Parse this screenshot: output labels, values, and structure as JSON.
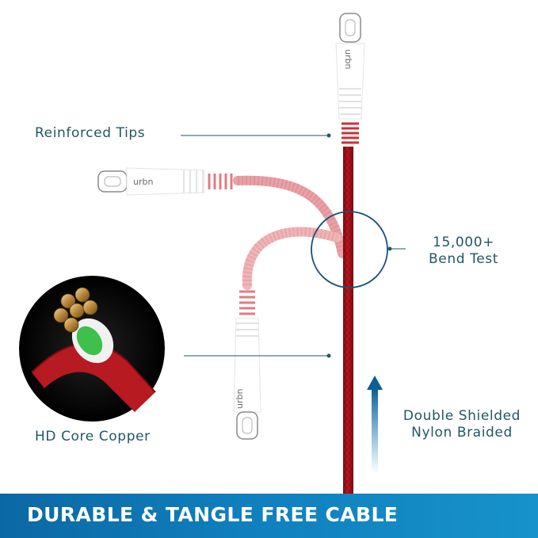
{
  "callouts": {
    "reinforced_tips": "Reinforced Tips",
    "bend_test_line1": "15,000+",
    "bend_test_line2": "Bend Test",
    "hd_core_copper": "HD Core Copper",
    "braided_line1": "Double Shielded",
    "braided_line2": "Nylon Braided"
  },
  "brand": {
    "logo_text": "urbn"
  },
  "banner": {
    "title": "DURABLE & TANGLE FREE CABLE"
  },
  "colors": {
    "label_text": "#1f5766",
    "accent_blue": "#0f7fbd",
    "cable_red": "#b3131b",
    "cable_pink": "#e89aa0",
    "connector_white": "#ffffff"
  },
  "icons": {
    "arrow": "up-arrow-icon",
    "bend_indicator": "circle-ring-icon",
    "copper_core_photo": "cable-cross-section-icon"
  }
}
